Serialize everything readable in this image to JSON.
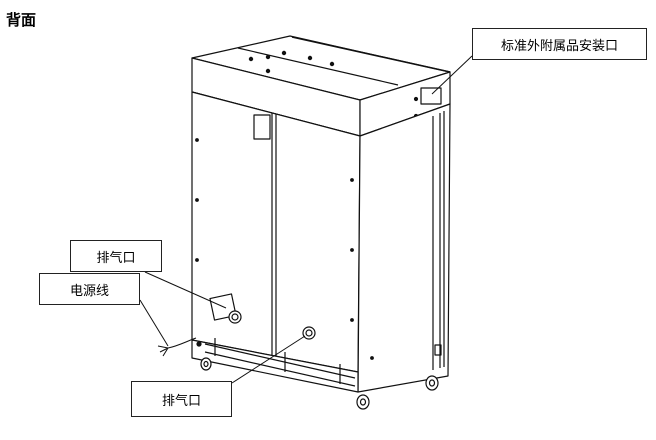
{
  "page_title": "背面",
  "labels": {
    "accessory_mount": "标准外附属品安装口",
    "exhaust_port_upper": "排气口",
    "power_cord": "电源线",
    "exhaust_port_lower": "排气口"
  }
}
